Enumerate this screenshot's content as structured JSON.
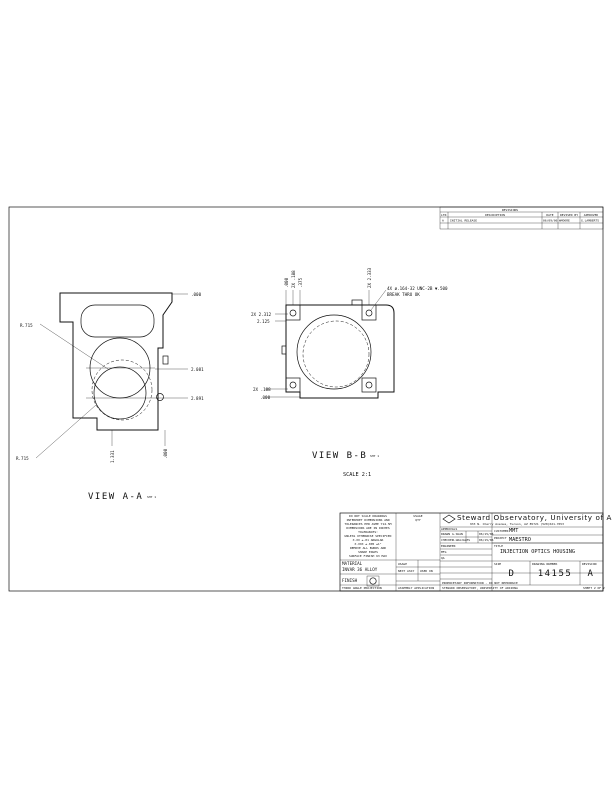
{
  "revisions": {
    "header": "REVISIONS",
    "col_ltr": "LTR",
    "col_description": "DESCRIPTION",
    "col_date": "DATE",
    "col_revised_by": "REVISED BY",
    "col_approved": "APPROVED",
    "row_ltr": "A",
    "row_description": "INITIAL RELEASE",
    "row_date": "06/09/06",
    "row_revised_by": "WMOORE",
    "row_approved": "G.LAMBERTS"
  },
  "view_aa": {
    "label": "VIEW A-A",
    "sheet_ref": "SHT 1",
    "dim_top": ".000",
    "dim_mid1": "2.081",
    "dim_mid2": "2.891",
    "dim_radius_upper": "R.715",
    "dim_radius_lower": "R.715",
    "dim_bottom_left": "1.331",
    "dim_bottom_right": ".000"
  },
  "view_bb": {
    "label": "VIEW B-B",
    "sheet_ref": "SHT 1",
    "dim_top_1": ".000",
    "dim_top_2": "2X .188",
    "dim_top_3": ".375",
    "dim_top_4": "2X 2.333",
    "dim_left_1": "2X 2.312",
    "dim_left_2": "2.125",
    "dim_left_3": "2X .188",
    "dim_left_4": ".000",
    "thread_note_1": "4X ø.164-32 UNC-2B ▼.500",
    "thread_note_2": "BREAK THRU OK"
  },
  "scale": "SCALE 2:1",
  "title_block": {
    "notes_title": "DO NOT SCALE DRAWINGS",
    "notes": [
      "INTERPRET DIMENSIONS AND",
      "TOLERANCES PER ASME Y14.5M",
      "DIMENSIONS ARE IN INCHES",
      "TOLERANCES:",
      "UNLESS OTHERWISE SPECIFIED",
      "X.XX  ±.01   ANGULAR",
      "X.XXX ±.005  ±1°",
      "REMOVE ALL BURRS AND",
      "SHARP EDGES",
      "SURFACE FINISH 63 MAX"
    ],
    "third_angle": "THIRD ANGLE PROJECTION",
    "material_label": "MATERIAL",
    "material": "INVAR 36 ALLOY",
    "finish_label": "FINISH",
    "usage_header": "USAGE",
    "qty_header": "QTY",
    "next_assy": "NEXT ASSY",
    "used_on": "USED ON",
    "assembly": "ASSEMBLY APPLICATION",
    "company": "Steward Observatory, University of Arizona",
    "address": "933 N. Cherry Avenue, Tucson, AZ 85721  (520)621-7653",
    "drawn_label": "DRAWN",
    "drawn_by": "G.SUAN",
    "drawn_date": "06/15/06",
    "checked_label": "CHECKED",
    "checked_by": "J.GRAJALES",
    "checked_date": "06/15/06",
    "eng_label": "ENGINEER",
    "mfg_label": "MFG",
    "qa_label": "QA",
    "approvals": "APPROVALS",
    "customer_label": "CUSTOMER",
    "customer": "MMT",
    "project_label": "PROJECT",
    "project": "MAESTRO",
    "title_label": "TITLE",
    "title": "INJECTION OPTICS HOUSING",
    "size_label": "SIZE",
    "size": "D",
    "dwg_label": "DRAWING NUMBER",
    "dwg_no": "14155",
    "rev_label": "REVISION",
    "rev": "A",
    "sheet": "SHEET 2 OF 2",
    "proprietary": "PROPRIETARY INFORMATION - DO NOT REPRODUCE",
    "footer": "STEWARD OBSERVATORY, UNIVERSITY OF ARIZONA"
  }
}
